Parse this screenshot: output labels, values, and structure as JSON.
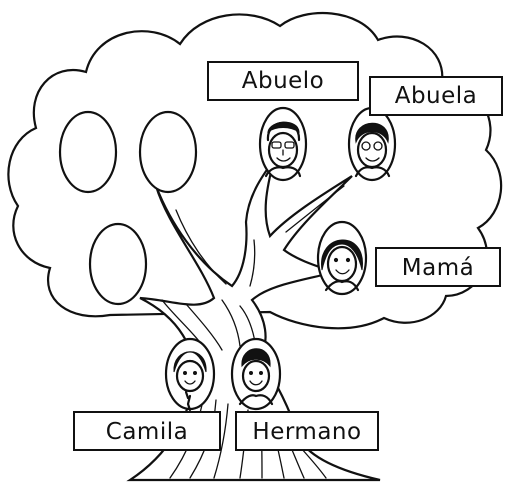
{
  "labels": {
    "abuelo": "Abuelo",
    "abuela": "Abuela",
    "mama": "Mamá",
    "camila": "Camila",
    "hermano": "Hermano"
  },
  "colors": {
    "ink": "#111111",
    "paper": "#ffffff"
  }
}
